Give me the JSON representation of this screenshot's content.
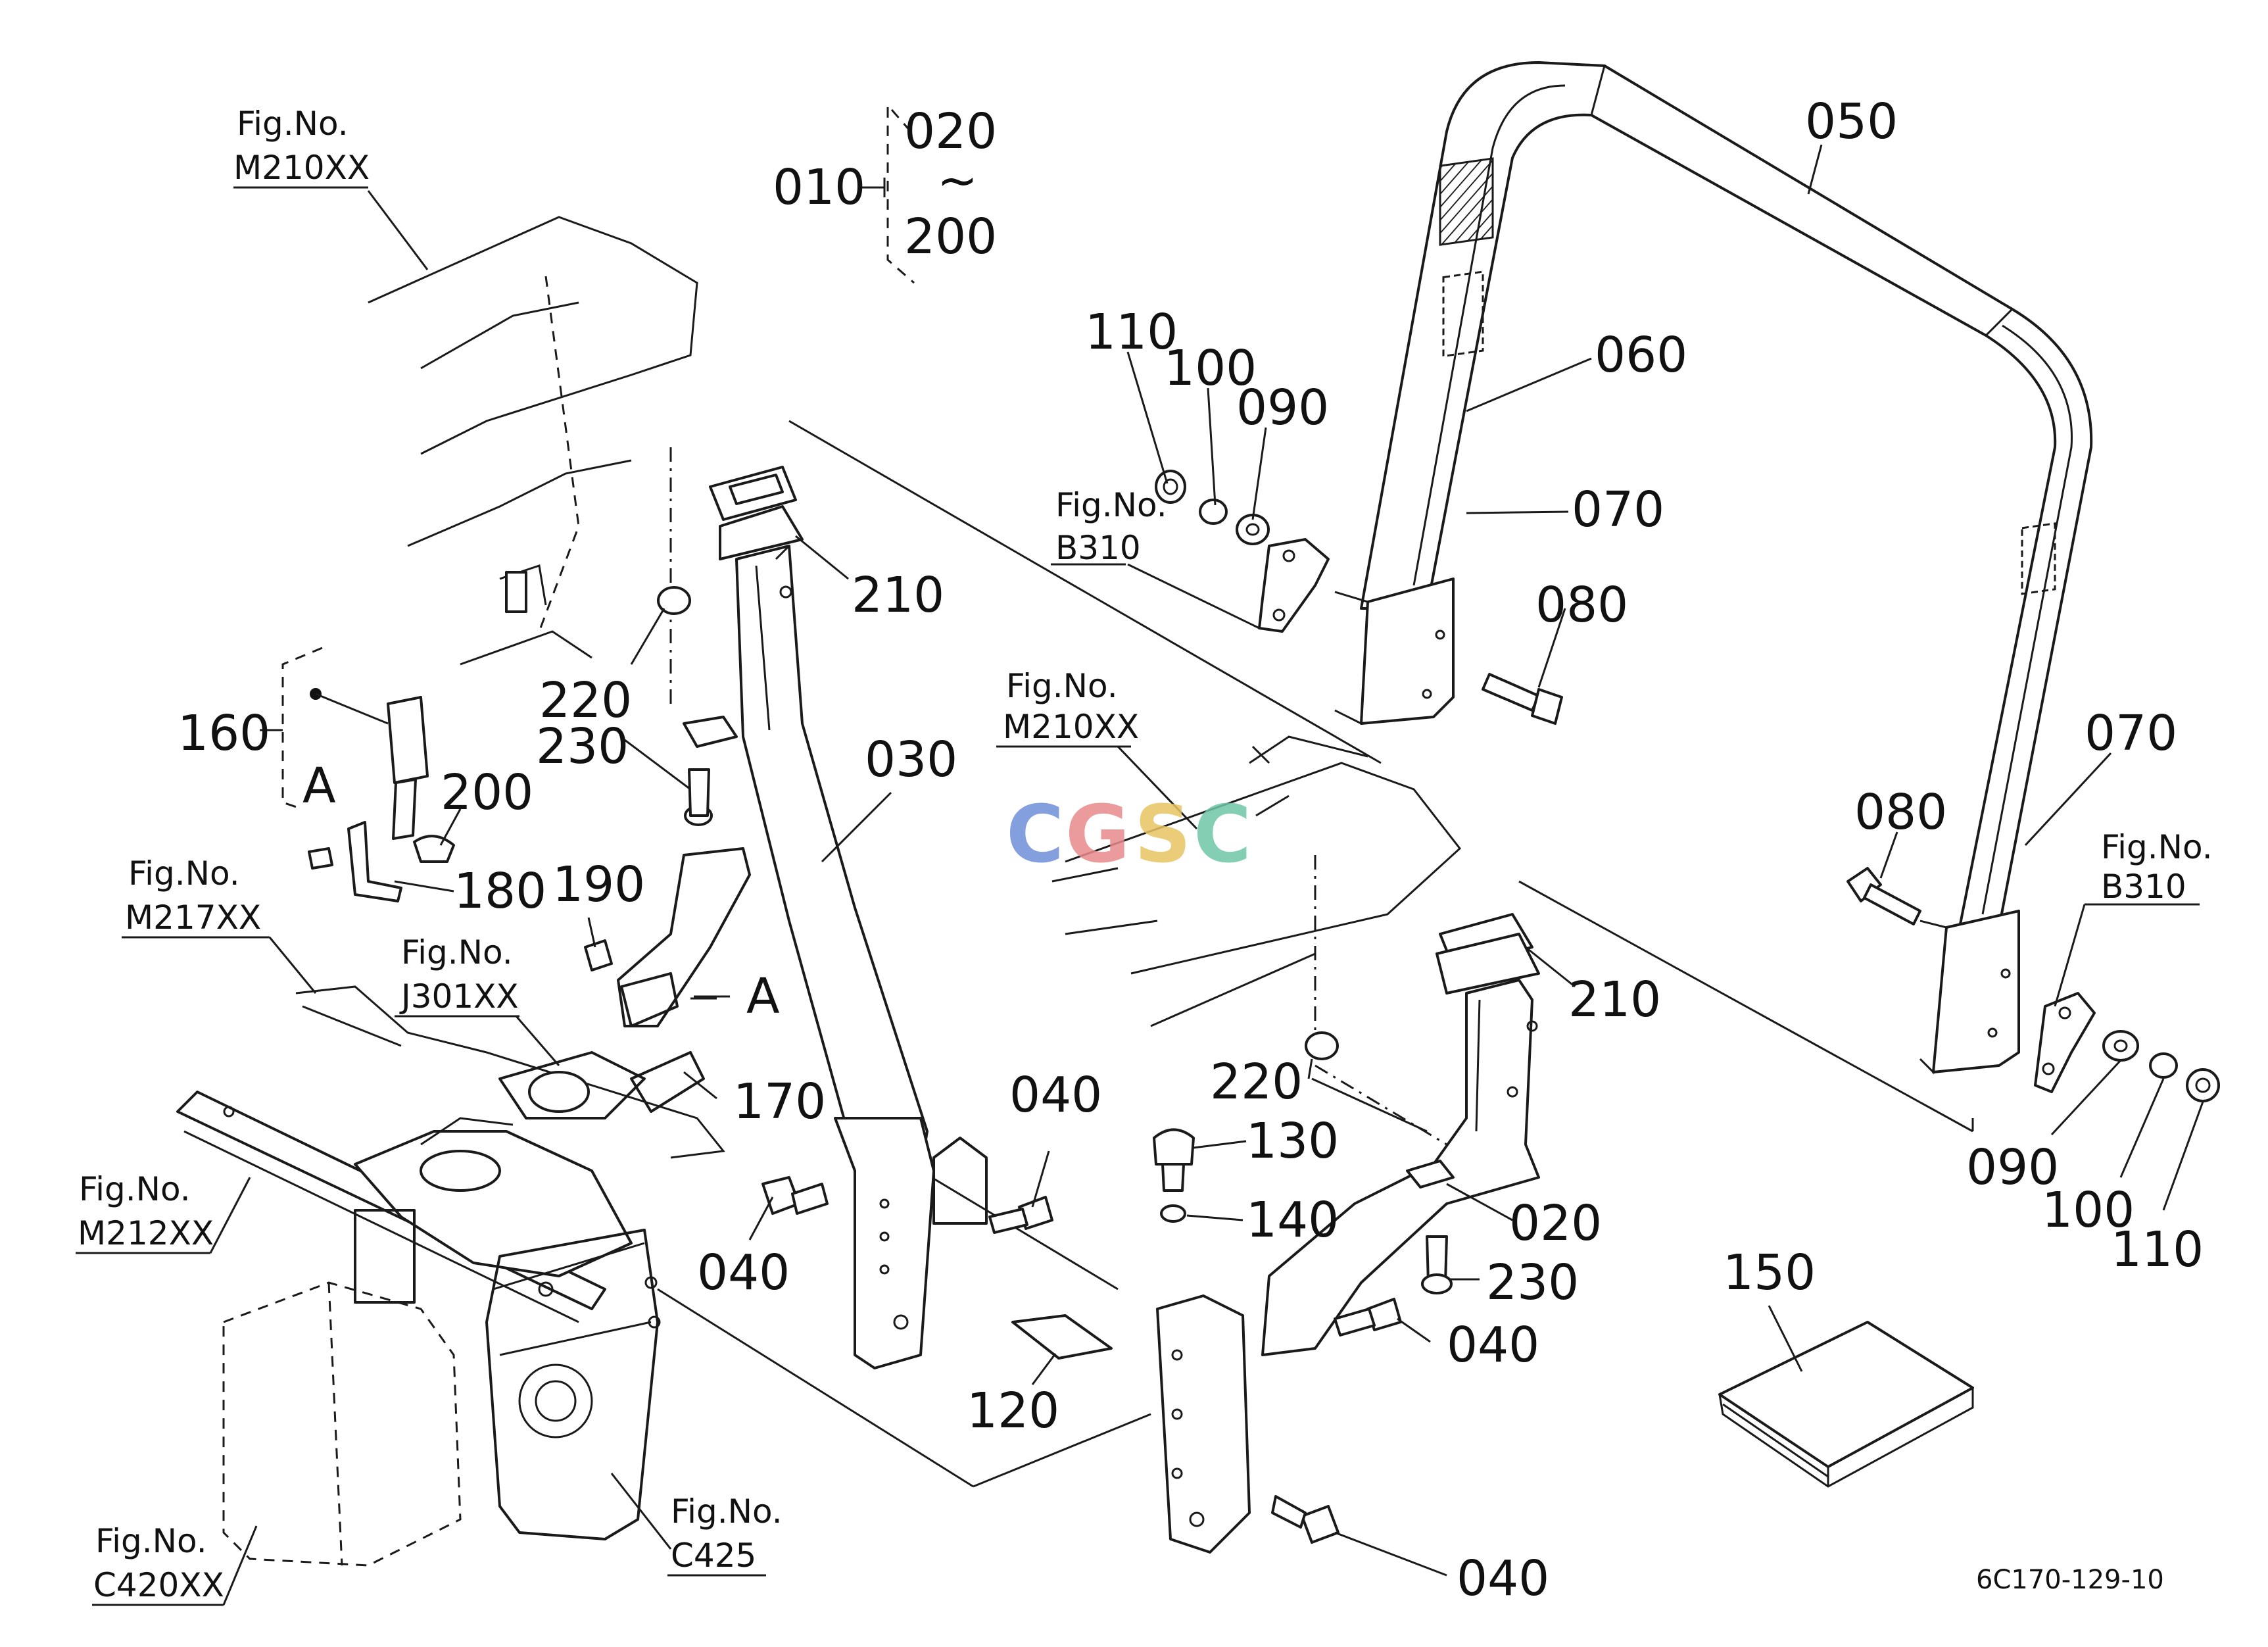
{
  "diagram": {
    "doc_code": "6C170-129-10",
    "watermark": {
      "letters": [
        "C",
        "G",
        "S",
        "C"
      ],
      "colors": [
        "#6f8fd8",
        "#e88a8a",
        "#e8c462",
        "#6fc6a8"
      ]
    },
    "group_label": {
      "id": "010",
      "from": "020",
      "tilde": "~",
      "to": "200"
    },
    "part_labels": {
      "p050": "050",
      "p060": "060",
      "p070a": "070",
      "p070b": "070",
      "p080a": "080",
      "p080b": "080",
      "p110a": "110",
      "p100a": "100",
      "p090a": "090",
      "p090b": "090",
      "p100b": "100",
      "p110b": "110",
      "p210a": "210",
      "p210b": "210",
      "p220a": "220",
      "p220b": "220",
      "p230a": "230",
      "p230b": "230",
      "p030": "030",
      "p020": "020",
      "p160": "160",
      "p200": "200",
      "p180": "180",
      "p190": "190",
      "p170": "170",
      "p040a": "040",
      "p040b": "040",
      "p040c": "040",
      "p040d": "040",
      "p130": "130",
      "p140": "140",
      "p120": "120",
      "p150": "150",
      "markA1": "A",
      "markA2": "A"
    },
    "fig_refs": [
      {
        "key": "m210a",
        "prefix": "Fig.No.",
        "code": "M210XX"
      },
      {
        "key": "b310a",
        "prefix": "Fig.No.",
        "code": "B310"
      },
      {
        "key": "m210b",
        "prefix": "Fig.No.",
        "code": "M210XX"
      },
      {
        "key": "b310b",
        "prefix": "Fig.No.",
        "code": "B310"
      },
      {
        "key": "m217",
        "prefix": "Fig.No.",
        "code": "M217XX"
      },
      {
        "key": "j301",
        "prefix": "Fig.No.",
        "code": "J301XX"
      },
      {
        "key": "m212",
        "prefix": "Fig.No.",
        "code": "M212XX"
      },
      {
        "key": "c425",
        "prefix": "Fig.No.",
        "code": "C425"
      },
      {
        "key": "c420",
        "prefix": "Fig.No.",
        "code": "C420XX"
      }
    ]
  }
}
